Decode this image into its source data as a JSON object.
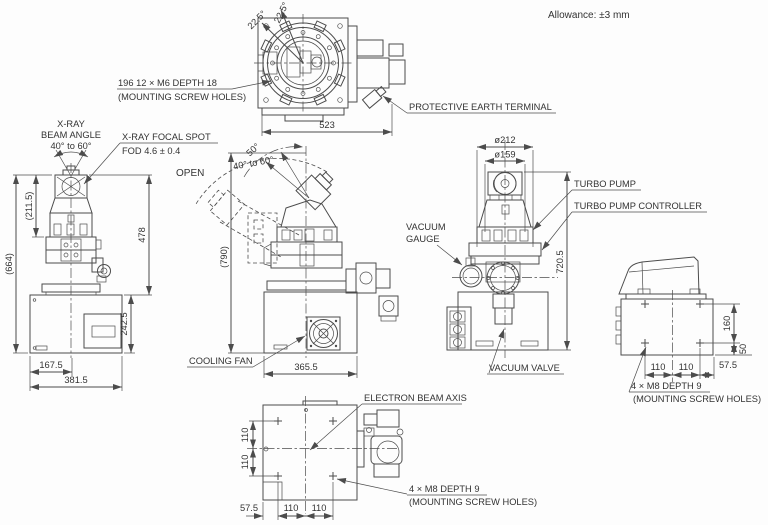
{
  "drawing": {
    "allowance": "Allowance: ±3 mm",
    "top_view": {
      "angle_left": "22.5°",
      "angle_right": "22.5°",
      "mount_note_1": "196 12 × M6 DEPTH 18",
      "mount_note_2": "(MOUNTING SCREW HOLES)",
      "earth_terminal": "PROTECTIVE EARTH TERMINAL",
      "dim_width": "523"
    },
    "front_view": {
      "xray_1": "X-RAY",
      "xray_2": "BEAM ANGLE",
      "xray_range": "40° to 60°",
      "focal_1": "X-RAY FOCAL SPOT",
      "focal_2": "FOD 4.6 ± 0.4",
      "dim_overall_h": "(664)",
      "dim_upper_h": "(211.5)",
      "dim_column_h": "478",
      "dim_base_h": "242.5",
      "dim_base_half_w": "167.5",
      "dim_base_w": "381.5"
    },
    "side_view": {
      "open": "OPEN",
      "angle_50": "50°",
      "angle_range": "40° to 60°",
      "dim_overall_h": "(790)",
      "cooling_fan": "COOLING FAN",
      "dim_depth": "365.5"
    },
    "rear_view": {
      "dia_outer": "ø212",
      "dia_inner": "ø159",
      "turbo_pump": "TURBO PUMP",
      "turbo_controller": "TURBO PUMP CONTROLLER",
      "vacuum_gauge_1": "VACUUM",
      "vacuum_gauge_2": "GAUGE",
      "vacuum_valve": "VACUUM VALVE",
      "dim_height": "720.5"
    },
    "right_view": {
      "dim_hole_span_v": "160",
      "dim_bottom_offset": "50",
      "dim_110_a": "110",
      "dim_110_b": "110",
      "dim_edge_offset": "57.5",
      "screw_note_1": "4 × M8 DEPTH 9",
      "screw_note_2": "(MOUNTING SCREW HOLES)"
    },
    "bottom_view": {
      "beam_axis": "ELECTRON BEAM AXIS",
      "dim_v_110_a": "110",
      "dim_v_110_b": "110",
      "dim_h_57_5": "57.5",
      "dim_h_110_a": "110",
      "dim_h_110_b": "110",
      "screw_note_1": "4 × M8 DEPTH 9",
      "screw_note_2": "(MOUNTING SCREW HOLES)"
    },
    "colors": {
      "line": "#4c4c4c",
      "text": "#333333",
      "background": "#fdfdfd"
    }
  }
}
